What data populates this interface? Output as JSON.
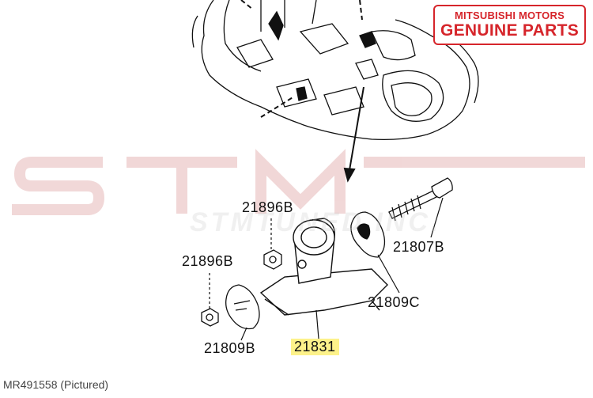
{
  "diagram": {
    "part_labels": {
      "nut_top": "21896B",
      "nut_left": "21896B",
      "bolt": "21807B",
      "stopper_right": "21809C",
      "stopper_left": "21809B",
      "mount": "21831"
    },
    "highlighted_part": "21831",
    "badge": {
      "line1": "MITSUBISHI MOTORS",
      "line2": "GENUINE PARTS",
      "color": "#d6252b"
    },
    "watermark": {
      "logo_text": "STM",
      "tagline": "STMTUNED INC."
    },
    "caption": "MR491558  (Pictured)",
    "colors": {
      "line": "#111111",
      "highlight": "#fdf28a",
      "watermark": "#e6b8b8"
    }
  }
}
